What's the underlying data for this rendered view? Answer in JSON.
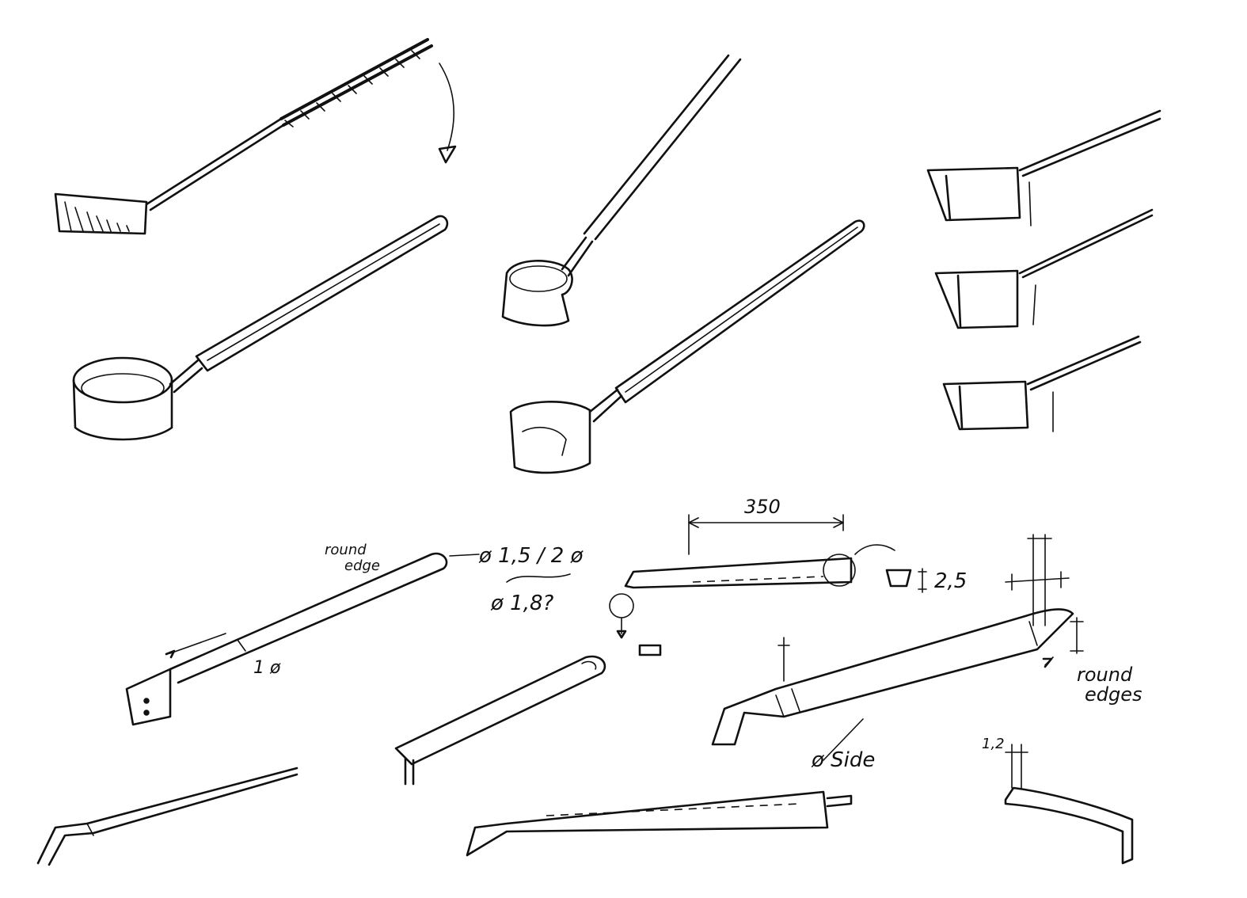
{
  "annotations": {
    "round_edge_1": "round",
    "round_edge_2": "edge",
    "diameter_a": "ø 1,5 / 2 ø",
    "diameter_b": "ø 1,8?",
    "diameter_c": "1 ø",
    "length_dim": "350",
    "thickness_dim": "2,5",
    "round_edges_1": "round",
    "round_edges_2": "edges",
    "side_note": "ø Side",
    "small_dim": "1,2"
  },
  "colors": {
    "ink": "#111111",
    "paper": "#ffffff"
  }
}
